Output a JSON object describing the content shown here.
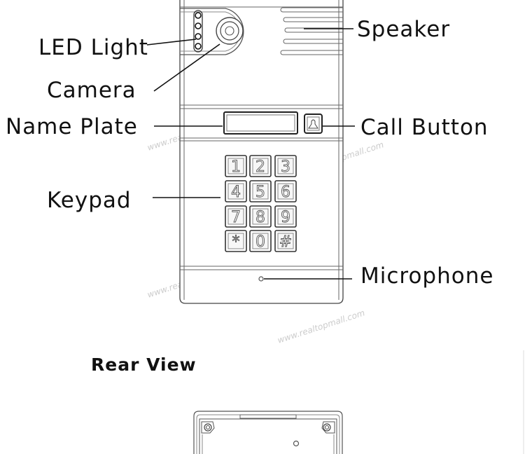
{
  "labels": {
    "led_light": "LED Light",
    "camera": "Camera",
    "name_plate": "Name Plate",
    "keypad": "Keypad",
    "speaker": "Speaker",
    "call_button": "Call Button",
    "microphone": "Microphone"
  },
  "rear_view_title": "Rear View",
  "keypad_keys": [
    "1",
    "2",
    "3",
    "4",
    "5",
    "6",
    "7",
    "8",
    "9",
    "*",
    "0",
    "#"
  ],
  "watermark": "www.realtopmall.com"
}
